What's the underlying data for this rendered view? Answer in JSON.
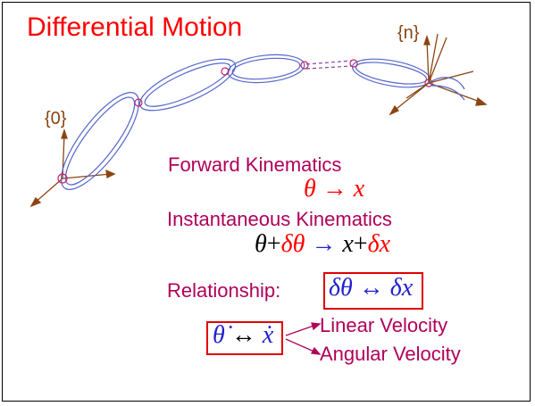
{
  "title": "Differential Motion",
  "frames": {
    "base": "{0}",
    "end": "{n}"
  },
  "forward": {
    "label": "Forward Kinematics",
    "lhs": "θ",
    "arrow": "→",
    "rhs": "x"
  },
  "instantaneous": {
    "label": "Instantaneous Kinematics",
    "theta": "θ",
    "plus1": "+",
    "dtheta": "δθ",
    "arrow": "→",
    "x": "x",
    "plus2": "+",
    "dx": "δx"
  },
  "relationship": {
    "label": "Relationship:",
    "expr": "δθ ↔ δx"
  },
  "velocity": {
    "expr_lhs": "θ̇",
    "expr_arrow": "↔",
    "expr_rhs": "ẋ",
    "linear": "Linear Velocity",
    "angular": "Angular Velocity"
  },
  "colors": {
    "title": "#ff0000",
    "text": "#b0005a",
    "math_red": "#ff0000",
    "math_blue": "#2222cc",
    "links": "#5566cc",
    "axes": "#8b4513",
    "box": "#e00000"
  }
}
